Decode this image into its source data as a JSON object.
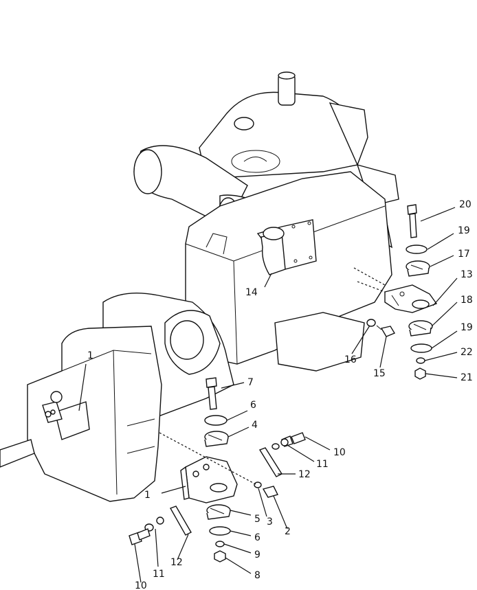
{
  "callouts": [
    {
      "id": "c20",
      "text": "20"
    },
    {
      "id": "c19a",
      "text": "19"
    },
    {
      "id": "c17",
      "text": "17"
    },
    {
      "id": "c13",
      "text": "13"
    },
    {
      "id": "c18",
      "text": "18"
    },
    {
      "id": "c19b",
      "text": "19"
    },
    {
      "id": "c22",
      "text": "22"
    },
    {
      "id": "c21",
      "text": "21"
    },
    {
      "id": "c14",
      "text": "14"
    },
    {
      "id": "c16",
      "text": "16"
    },
    {
      "id": "c15",
      "text": "15"
    },
    {
      "id": "c1a",
      "text": "1"
    },
    {
      "id": "c7",
      "text": "7"
    },
    {
      "id": "c6a",
      "text": "6"
    },
    {
      "id": "c4",
      "text": "4"
    },
    {
      "id": "c10a",
      "text": "10"
    },
    {
      "id": "c11a",
      "text": "11"
    },
    {
      "id": "c12a",
      "text": "12"
    },
    {
      "id": "c1b",
      "text": "1"
    },
    {
      "id": "c5",
      "text": "5"
    },
    {
      "id": "c3",
      "text": "3"
    },
    {
      "id": "c2",
      "text": "2"
    },
    {
      "id": "c6b",
      "text": "6"
    },
    {
      "id": "c9",
      "text": "9"
    },
    {
      "id": "c12b",
      "text": "12"
    },
    {
      "id": "c11b",
      "text": "11"
    },
    {
      "id": "c10b",
      "text": "10"
    },
    {
      "id": "c8",
      "text": "8"
    }
  ]
}
